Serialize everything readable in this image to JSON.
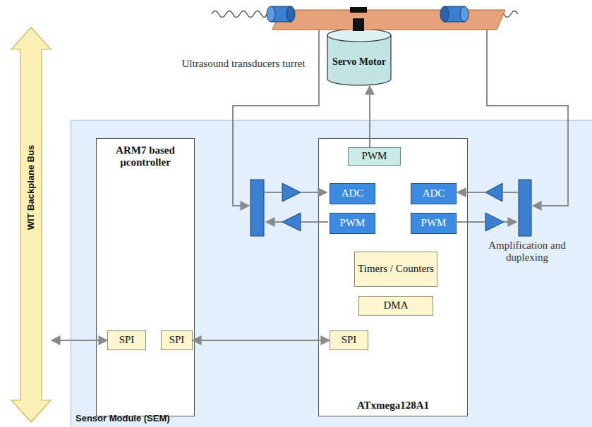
{
  "diagram": {
    "nodes": [
      {
        "text": [
          "WIT Backplane Bus"
        ]
      },
      {
        "text": [
          "Servo Motor"
        ]
      },
      {
        "text": [
          "Sensor Module (SEM)"
        ]
      },
      {
        "text": [
          "ARM7 based µcontroller"
        ],
        "in": 2
      },
      {
        "text": [
          "SPI"
        ],
        "in": 3
      },
      {
        "text": [
          "SPI"
        ],
        "in": 3
      },
      {
        "text": [
          "ATxmega128A1"
        ],
        "in": 2
      },
      {
        "text": [
          "PWM"
        ],
        "in": 6
      },
      {
        "text": [
          "ADC"
        ],
        "in": 6
      },
      {
        "text": [
          "PWM"
        ],
        "in": 6
      },
      {
        "text": [
          "ADC"
        ],
        "in": 6
      },
      {
        "text": [
          "PWM"
        ],
        "in": 6
      },
      {
        "text": [
          "Timers / Counters"
        ],
        "in": 6
      },
      {
        "text": [
          "DMA"
        ],
        "in": 6
      },
      {
        "text": [
          "SPI"
        ],
        "in": 6
      }
    ],
    "edges": [
      {
        "from": 0,
        "to": 4,
        "arrow": "both"
      },
      {
        "from": 5,
        "to": 14,
        "arrow": "both"
      },
      {
        "from": 7,
        "to": 1,
        "arrow": "to"
      }
    ],
    "labels": [
      "Ultrasound transducers turret",
      "Amplification and duplexing"
    ]
  }
}
